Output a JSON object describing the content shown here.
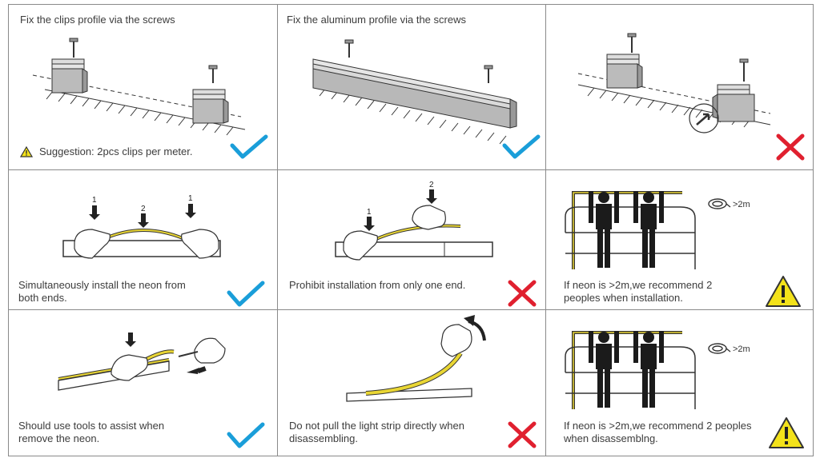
{
  "colors": {
    "check": "#1a9ed9",
    "cross": "#e0202f",
    "warning": "#f3e21a",
    "neon": "#e9d634"
  },
  "cells": [
    {
      "caption": "Fix the clips profile via the screws",
      "suggestion": "Suggestion: 2pcs clips per meter.",
      "mark": "check-icon"
    },
    {
      "caption": "Fix the aluminum profile via the screws",
      "mark": "check-icon"
    },
    {
      "caption": "",
      "mark": "cross-icon"
    },
    {
      "caption_lines": [
        "Simultaneously install the neon from",
        "both ends."
      ],
      "mark": "check-icon",
      "labels": [
        "1",
        "2",
        "1"
      ]
    },
    {
      "caption": "Prohibit installation from only one end.",
      "mark": "cross-icon",
      "labels": [
        "1",
        "2"
      ]
    },
    {
      "caption_lines": [
        "If neon is >2m,we recommend 2",
        "peoples when installation."
      ],
      "mark": "warning-icon",
      "length": ">2m"
    },
    {
      "caption_lines": [
        "Should use tools to assist when",
        "remove the neon."
      ],
      "mark": "check-icon"
    },
    {
      "caption_lines": [
        "Do not pull the light strip directly when",
        "disassembling."
      ],
      "mark": "cross-icon"
    },
    {
      "caption_lines": [
        "If neon is >2m,we recommend 2 peoples",
        "when disassemblng."
      ],
      "mark": "warning-icon",
      "length": ">2m"
    }
  ]
}
